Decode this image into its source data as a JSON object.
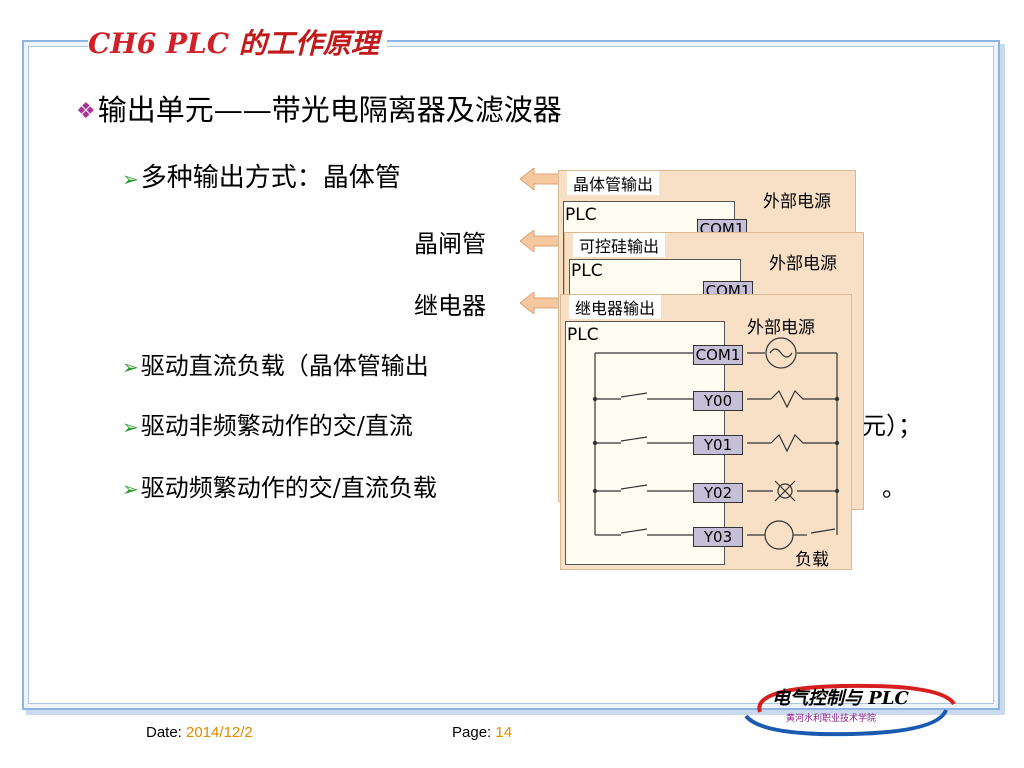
{
  "slide": {
    "title_prefix": "CH6 PLC",
    "title_cn": "的工作原理",
    "main_bullet": "输出单元——带光电隔离器及滤波器",
    "outputs_lead": "多种输出方式：",
    "output_types": [
      "晶体管",
      "晶闸管",
      "继电器"
    ],
    "bullets": [
      "驱动直流负载（晶体管输出",
      "驱动非频繁动作的交/直流",
      "驱动频繁动作的交/直流负载"
    ],
    "bullet2_tail": "元）；",
    "bullet3_tail": "。"
  },
  "diagram": {
    "panels": [
      {
        "header": "晶体管输出",
        "external": "外部电源",
        "plc": "PLC",
        "terminals": [
          "COM1"
        ]
      },
      {
        "header": "可控硅输出",
        "external": "外部电源",
        "plc": "PLC",
        "terminals": [
          "COM1"
        ]
      },
      {
        "header": "继电器输出",
        "external": "外部电源",
        "plc": "PLC",
        "terminals": [
          "COM1",
          "Y00",
          "Y01",
          "Y02",
          "Y03"
        ],
        "load": "负载"
      }
    ]
  },
  "footer": {
    "date_label": "Date:",
    "date_value": "2014/12/2",
    "page_label": "Page:",
    "page_value": "14"
  },
  "logo": {
    "text": "电气控制与 PLC",
    "sub": "黄河水利职业技术学院"
  },
  "colors": {
    "title_red": "#d0202a",
    "frame_blue": "#8fb4e0",
    "bullet_green": "#2a9a2a",
    "diamond_purple": "#b0309a",
    "panel_bg": "#f8e0c6",
    "footer_orange": "#e08a00"
  }
}
